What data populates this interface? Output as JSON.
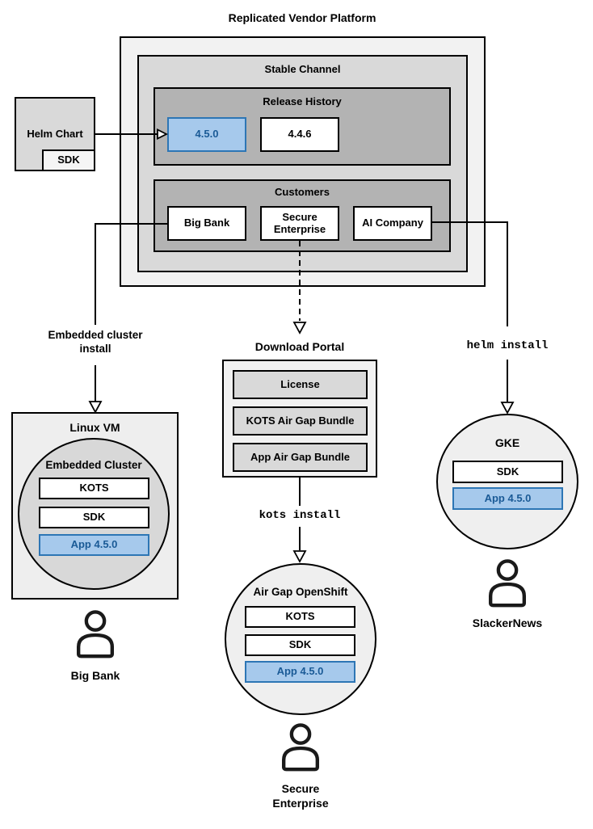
{
  "title": "Replicated Vendor Platform",
  "colors": {
    "outer_fill": "#f2f2f2",
    "mid_fill": "#d9d9d9",
    "inner_fill": "#b3b3b3",
    "vm_circle_fill": "#d8d8d8",
    "light_circle_fill": "#efefef",
    "blue_fill": "#a6c9ec",
    "blue_border": "#2d76b5",
    "blue_text": "#1a5a96"
  },
  "platform": {
    "stable_channel_label": "Stable Channel",
    "release_history_label": "Release History",
    "releases": [
      "4.5.0",
      "4.4.6"
    ],
    "customers_label": "Customers",
    "customers": [
      "Big Bank",
      "Secure\nEnterprise",
      "AI Company"
    ]
  },
  "helm_chart": {
    "label": "Helm Chart",
    "sdk": "SDK"
  },
  "left_branch": {
    "arrow_label": "Embedded cluster\ninstall",
    "vm_label": "Linux VM",
    "cluster_label": "Embedded Cluster",
    "components": [
      "KOTS",
      "SDK",
      "App 4.5.0"
    ],
    "user": "Big Bank"
  },
  "middle_branch": {
    "portal_label": "Download Portal",
    "portal_items": [
      "License",
      "KOTS Air Gap Bundle",
      "App Air Gap Bundle"
    ],
    "arrow_label": "kots install",
    "cluster_label": "Air Gap OpenShift",
    "components": [
      "KOTS",
      "SDK",
      "App 4.5.0"
    ],
    "user": "Secure\nEnterprise"
  },
  "right_branch": {
    "arrow_label": "helm install",
    "cluster_label": "GKE",
    "components": [
      "SDK",
      "App 4.5.0"
    ],
    "user": "SlackerNews"
  }
}
